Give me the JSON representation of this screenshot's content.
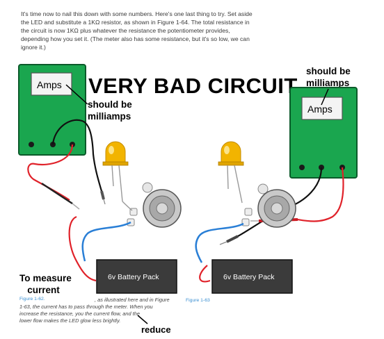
{
  "intro_text": "It's time now to nail this down with some numbers. Here's one last thing to try. Set aside the LED and substitute a 1KΩ resistor, as shown in Figure 1-64. The total resistance in the circuit is now 1KΩ plus whatever the resistance the potentiometer provides, depending how you set it. (The meter also has some resistance, but it's so low, we can ignore it.)",
  "title": "VERY BAD CIRCUIT",
  "annotations": {
    "left_milliamps": "should be\nmilliamps",
    "right_milliamps": "should be\nmilliamps",
    "to_measure_current": "To measure\n   current",
    "reduce": "reduce"
  },
  "left_meter": {
    "label": "Amps"
  },
  "right_meter": {
    "label": "Amps"
  },
  "left_battery": {
    "label": "6v Battery Pack"
  },
  "right_battery": {
    "label": "6v Battery Pack"
  },
  "figure_labels": {
    "left": "Figure 1-62.",
    "right": "Figure 1-63"
  },
  "caption": {
    "a": ", as illustrated here and in Figure",
    "b": "1-63, the current has to pass through the meter. When you",
    "c": "increase the resistance, you              the current flow, and the",
    "d": "lower flow makes the LED glow less brightly."
  },
  "colors": {
    "meter_green": "#1aa64f",
    "meter_border": "#0b5a2a",
    "battery_fill": "#3b3b3b",
    "led_yellow": "#f2b400",
    "wire_red": "#e0222a",
    "wire_blue": "#2a7fd6",
    "wire_black": "#111111",
    "figure_blue": "#3a8fd2"
  }
}
